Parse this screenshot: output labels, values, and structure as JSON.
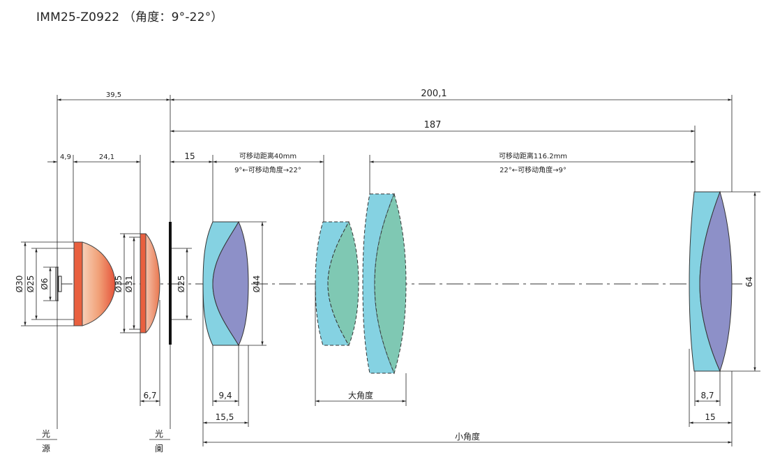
{
  "title": "IMM25-Z0922 （角度：9°-22°）",
  "dims": {
    "d39_5": "39,5",
    "d200_1": "200,1",
    "d187": "187",
    "d4_9": "4,9",
    "d24_1": "24,1",
    "d15_top": "15",
    "move40": "可移动距离40mm",
    "angle40": "9°←可移动角度→22°",
    "move116": "可移动距离116.2mm",
    "angle116": "22°←可移动角度→9°",
    "d6_7": "6,7",
    "d9_4": "9,4",
    "d15_5": "15,5",
    "d8_7": "8,7",
    "d15_right": "15",
    "d64": "64"
  },
  "diameters": {
    "o30": "Ø30",
    "o25a": "Ø25",
    "o6": "Ø6",
    "o35": "Ø35",
    "o31": "Ø31",
    "o25b": "Ø25",
    "o44": "Ø44"
  },
  "labels": {
    "light_source_1": "光",
    "light_source_2": "源",
    "aperture_1": "光",
    "aperture_2": "阑",
    "wide_angle": "大角度",
    "narrow_angle": "小角度"
  },
  "colors": {
    "red_lens": "#e8614a",
    "red_edge": "#d24a30",
    "cyan": "#7fd0e0",
    "teal": "#7cc7b4",
    "purple": "#8a8fc8"
  }
}
